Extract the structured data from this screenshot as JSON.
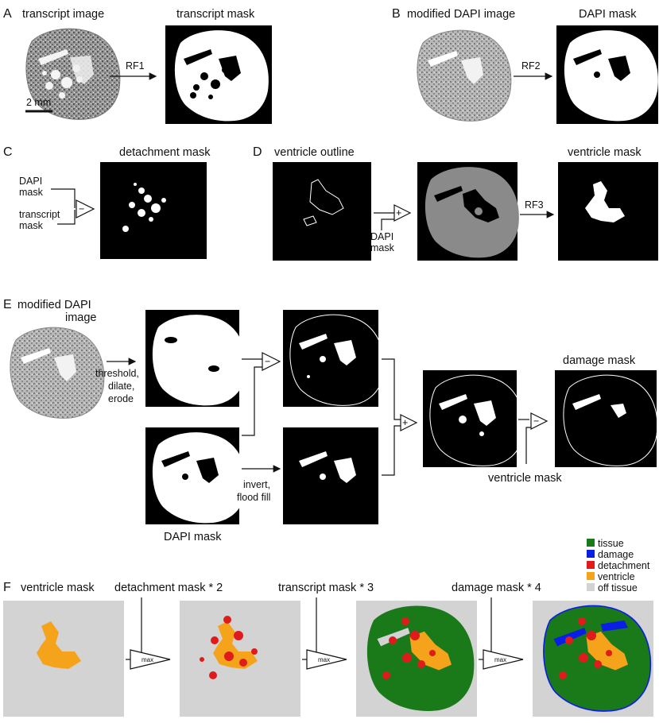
{
  "panels": {
    "A": {
      "label": "A",
      "transcript_image_title": "transcript image",
      "transcript_mask_title": "transcript mask",
      "arrow_label": "RF1",
      "scale_bar_label": "2 mm"
    },
    "B": {
      "label": "B",
      "dapi_image_title": "modified DAPI image",
      "dapi_mask_title": "DAPI mask",
      "arrow_label": "RF2"
    },
    "C": {
      "label": "C",
      "detachment_mask_title": "detachment mask",
      "input_top_line1": "DAPI",
      "input_top_line2": "mask",
      "input_bottom_line1": "transcript",
      "input_bottom_line2": "mask",
      "operator": "−"
    },
    "D": {
      "label": "D",
      "ventricle_outline_title": "ventricle outline",
      "ventricle_mask_title": "ventricle mask",
      "operator": "+",
      "input_line1": "DAPI",
      "input_line2": "mask",
      "arrow_label": "RF3"
    },
    "E": {
      "label": "E",
      "modified_dapi_line1": "modified DAPI",
      "modified_dapi_line2": "image",
      "step_line1": "threshold,",
      "step_line2": "dilate,",
      "step_line3": "erode",
      "invert_line1": "invert,",
      "invert_line2": "flood fill",
      "dapi_mask_label": "DAPI mask",
      "damage_mask_title": "damage mask",
      "ventricle_mask_label": "ventricle mask",
      "op_minus_1": "−",
      "op_plus": "+",
      "op_minus_2": "−"
    },
    "F": {
      "label": "F",
      "ventricle_mask_title": "ventricle mask",
      "detachment_title": "detachment mask * 2",
      "transcript_title": "transcript mask * 3",
      "damage_title": "damage mask * 4",
      "max_label": "max",
      "legend": [
        {
          "label": "tissue",
          "color": "#1a7a1a"
        },
        {
          "label": "damage",
          "color": "#0a1ee6"
        },
        {
          "label": "detachment",
          "color": "#e01b1b"
        },
        {
          "label": "ventricle",
          "color": "#f5a31a"
        },
        {
          "label": "off tissue",
          "color": "#d3d3d3"
        }
      ]
    }
  },
  "colors": {
    "tissue": "#1a7a1a",
    "damage": "#0a1ee6",
    "detachment": "#e01b1b",
    "ventricle": "#f5a31a",
    "off_tissue": "#d3d3d3",
    "mask_bg": "#000000",
    "mask_fg": "#ffffff",
    "gray_tissue": "#8a8a8a"
  }
}
